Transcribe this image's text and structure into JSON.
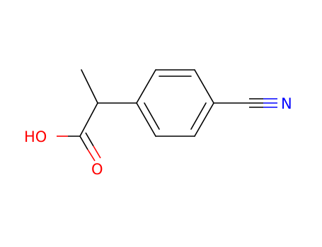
{
  "molecule": {
    "atom_labels": {
      "hydroxyl": "HO",
      "carbonyl_oxygen": "O",
      "nitrile_nitrogen": "N"
    },
    "colors": {
      "bond": "#000000",
      "oxygen": "#ff0000",
      "nitrogen": "#0000ff",
      "background": "#ffffff"
    }
  }
}
